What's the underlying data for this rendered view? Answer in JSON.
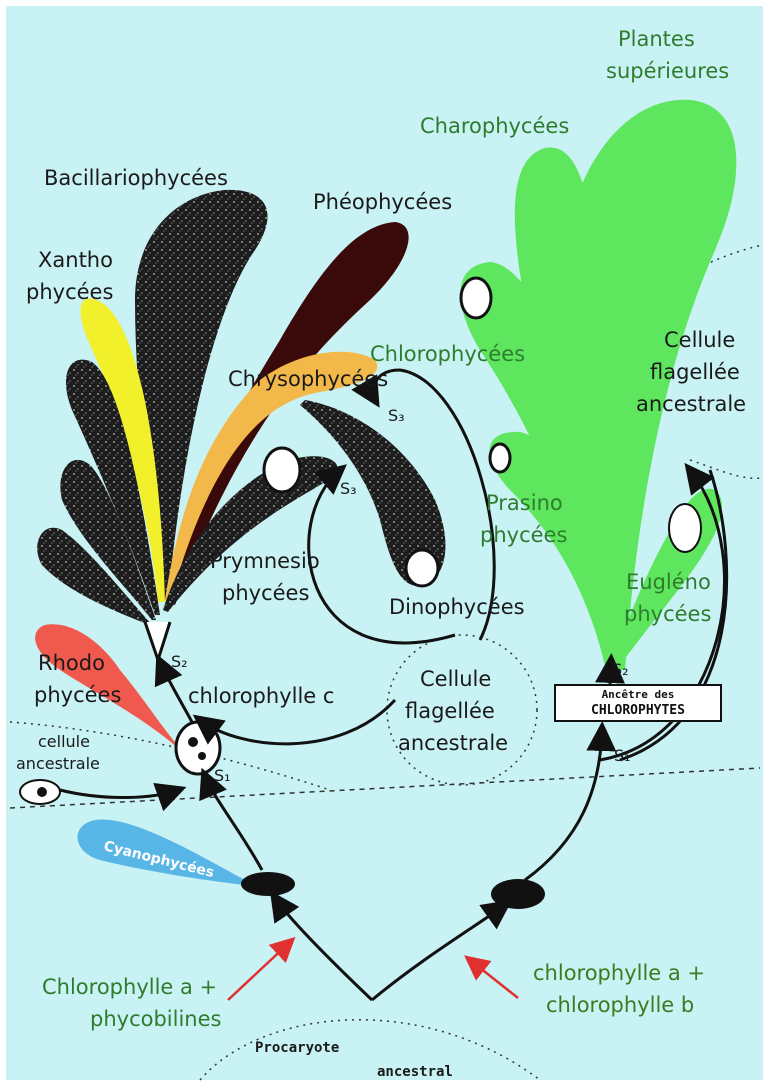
{
  "colors": {
    "background": "#c9f2f4",
    "green_algae": "#5fe65f",
    "dark_algae": "#1d1d1d",
    "pheo": "#3a0a0a",
    "xantho": "#f2f02a",
    "chryso": "#f2b94a",
    "rhodo": "#f05a4e",
    "cyano": "#58b6e6",
    "label_green": "#2e7d2e",
    "arrow_red": "#e03030"
  },
  "labels": {
    "plantes_superieures_1": "Plantes",
    "plantes_superieures_2": "supérieures",
    "charophycees": "Charophycées",
    "bacillariophycees": "Bacillariophycées",
    "pheophycees": "Phéophycées",
    "xantho_1": "Xantho",
    "xantho_2": "phycées",
    "chlorophycees": "Chlorophycées",
    "chrysophycees": "Chrysophycées",
    "cellule_flagellee_right_1": "Cellule",
    "cellule_flagellee_right_2": "flagellée",
    "cellule_flagellee_right_3": "ancestrale",
    "prasino_1": "Prasino",
    "prasino_2": "phycées",
    "prymnesio_1": "Prymnesio",
    "prymnesio_2": "phycées",
    "dinophycees": "Dinophycées",
    "eugleno_1": "Eugléno",
    "eugleno_2": "phycées",
    "rhodo_1": "Rhodo",
    "rhodo_2": "phycées",
    "chlorophylle_c": "chlorophylle c",
    "cellule_flagellee_center_1": "Cellule",
    "cellule_flagellee_center_2": "flagellée",
    "cellule_flagellee_center_3": "ancestrale",
    "cellule_ancestrale_1": "cellule",
    "cellule_ancestrale_2": "ancestrale",
    "cyanophycees": "Cyanophycées",
    "chlorophylle_a_phyco_1": "Chlorophylle a +",
    "chlorophylle_a_phyco_2": "phycobilines",
    "chlorophylle_ab_1": "chlorophylle a +",
    "chlorophylle_ab_2": "chlorophylle b",
    "procaryote_1": "Procaryote",
    "procaryote_2": "ancestral",
    "ancetre_box_1": "Ancêtre des",
    "ancetre_box_2": "CHLOROPHYTES",
    "s1_left": "S₁",
    "s2_left": "S₂",
    "s3_upper": "S₃",
    "s3_lower": "S₃",
    "s1_right": "S₁",
    "s2_right": "S₂"
  }
}
